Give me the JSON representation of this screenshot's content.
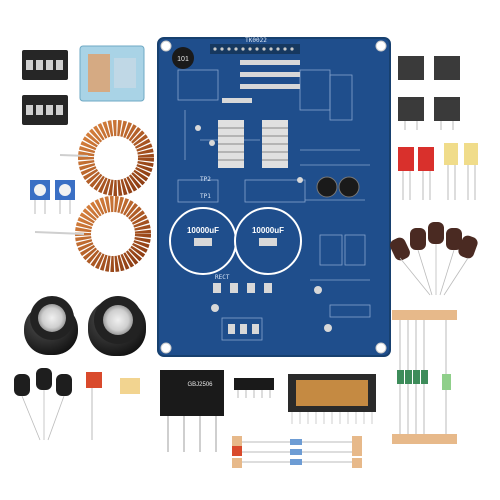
{
  "scene": {
    "pcb": {
      "label_top": "TK0022",
      "label_tp1": "TP1",
      "label_tp2": "TP2",
      "cap_left": "10000uF",
      "cap_right": "10000uF",
      "label_rect": "RECT",
      "label_inductor": "101"
    },
    "bridge_rectifier": {
      "part": "GBJ2506"
    },
    "colors": {
      "pcb": "#1f4e8c",
      "pcb_edge": "#17406f",
      "copper": "#b8561f",
      "terminal": "#2a2a2a"
    }
  }
}
